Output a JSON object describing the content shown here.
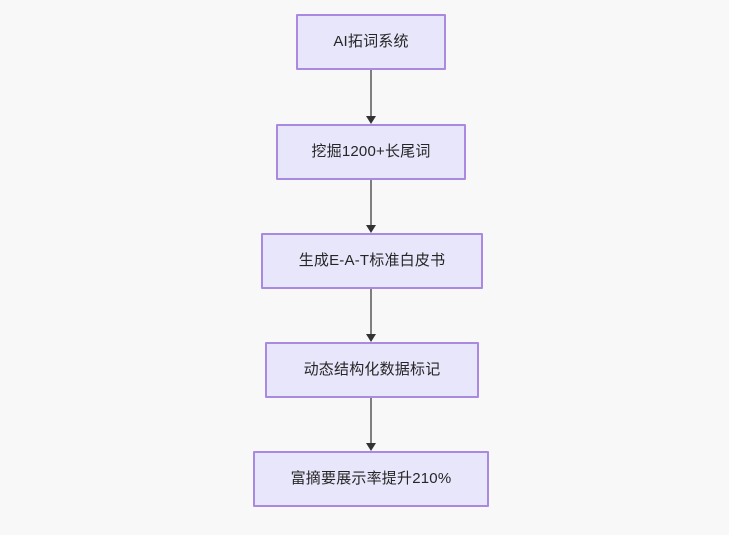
{
  "diagram": {
    "type": "flowchart",
    "direction": "top-to-bottom",
    "background_color": "#f8f8f8",
    "node_fill_color": "#e8e6fb",
    "node_border_color": "#a98ae0",
    "connector_line_color": "#7f7f7f",
    "arrowhead_color": "#333333",
    "text_color": "#262626",
    "nodes": [
      {
        "id": "node-1",
        "label": "AI拓词系统"
      },
      {
        "id": "node-2",
        "label": "挖掘1200+长尾词"
      },
      {
        "id": "node-3",
        "label": "生成E-A-T标准白皮书"
      },
      {
        "id": "node-4",
        "label": "动态结构化数据标记"
      },
      {
        "id": "node-5",
        "label": "富摘要展示率提升210%"
      }
    ],
    "edges": [
      {
        "id": "edge-1",
        "from": "node-1",
        "to": "node-2",
        "label": ""
      },
      {
        "id": "edge-2",
        "from": "node-2",
        "to": "node-3",
        "label": ""
      },
      {
        "id": "edge-3",
        "from": "node-3",
        "to": "node-4",
        "label": ""
      },
      {
        "id": "edge-4",
        "from": "node-4",
        "to": "node-5",
        "label": ""
      }
    ]
  }
}
